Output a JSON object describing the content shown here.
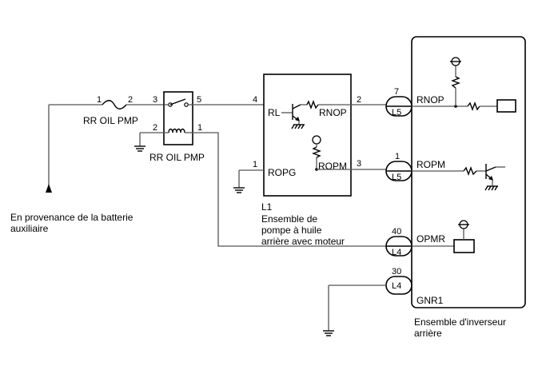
{
  "source": {
    "label_line1": "En provenance de la batterie",
    "label_line2": "auxiliaire"
  },
  "fuse": {
    "pin_left": "1",
    "pin_right": "2",
    "label": "RR OIL PMP"
  },
  "relay": {
    "pin_3": "3",
    "pin_5": "5",
    "pin_2": "2",
    "pin_1": "1",
    "label": "RR OIL PMP"
  },
  "pump": {
    "id": "L1",
    "name_line1": "Ensemble de",
    "name_line2": "pompe à huile",
    "name_line3": "arrière avec moteur",
    "pin_4": "4",
    "pin_2": "2",
    "pin_1": "1",
    "pin_3": "3",
    "sig_rl": "RL",
    "sig_rnop": "RNOP",
    "sig_ropm": "ROPM",
    "sig_ropg": "ROPG"
  },
  "connectors": [
    {
      "pin": "7",
      "conn": "L5"
    },
    {
      "pin": "1",
      "conn": "L5"
    },
    {
      "pin": "40",
      "conn": "L4"
    },
    {
      "pin": "30",
      "conn": "L4"
    }
  ],
  "inverter": {
    "id": "GNR1",
    "name_line1": "Ensemble d'inverseur",
    "name_line2": "arrière",
    "sig_rnop": "RNOP",
    "sig_ropm": "ROPM",
    "sig_opmr": "OPMR"
  }
}
